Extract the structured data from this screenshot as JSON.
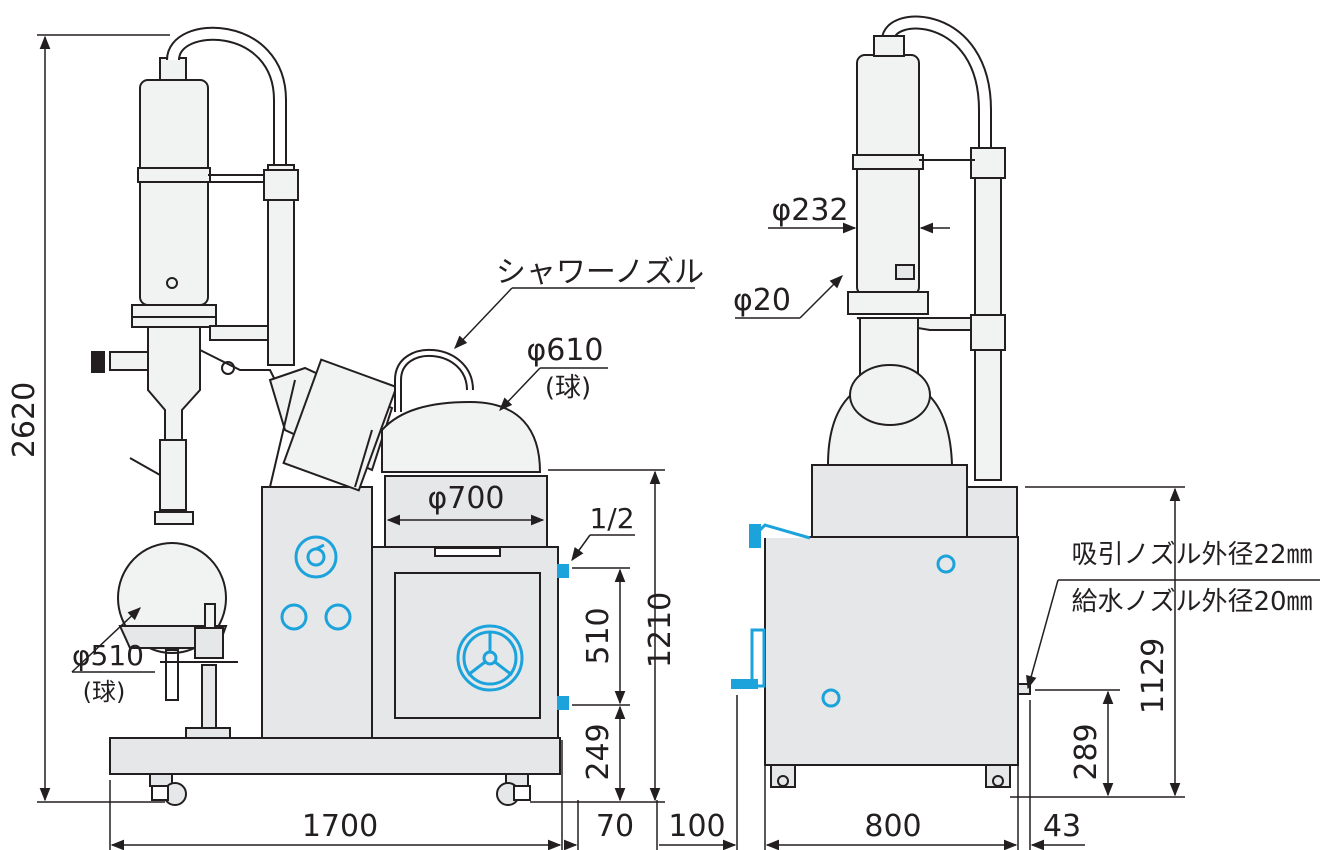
{
  "colors": {
    "line": "#231f20",
    "body_fill": "#e6e7e8",
    "glass_fill": "#f1f2f2",
    "accent_blue": "#1ca3dc"
  },
  "front_view": {
    "dims": {
      "total_height": "2620",
      "base_width": "1700",
      "offset_right": "70",
      "nozzle_spacing": "510",
      "tank_height": "1210",
      "lower_nozzle_height": "249",
      "nozzle_size": "1/2"
    },
    "labels": {
      "shower_nozzle": "シャワーノズル",
      "flask_top_diameter": "φ610",
      "flask_top_shape": "(球)",
      "bath_diameter": "φ700",
      "flask_bottom_diameter": "φ510",
      "flask_bottom_shape": "(球)"
    }
  },
  "side_view": {
    "dims": {
      "left_offset": "100",
      "width": "800",
      "right_offset": "43",
      "tank_height": "1129",
      "nozzle_height": "289"
    },
    "labels": {
      "column_diameter": "φ232",
      "small_nozzle": "φ20",
      "suction_nozzle": "吸引ノズル外径22㎜",
      "supply_nozzle": "給水ノズル外径20㎜"
    }
  },
  "icons": {
    "gauge": "pressure-gauge-icon",
    "handwheel": "handwheel-icon",
    "ports": "port-ring-icon",
    "hose": "hose-icon"
  }
}
